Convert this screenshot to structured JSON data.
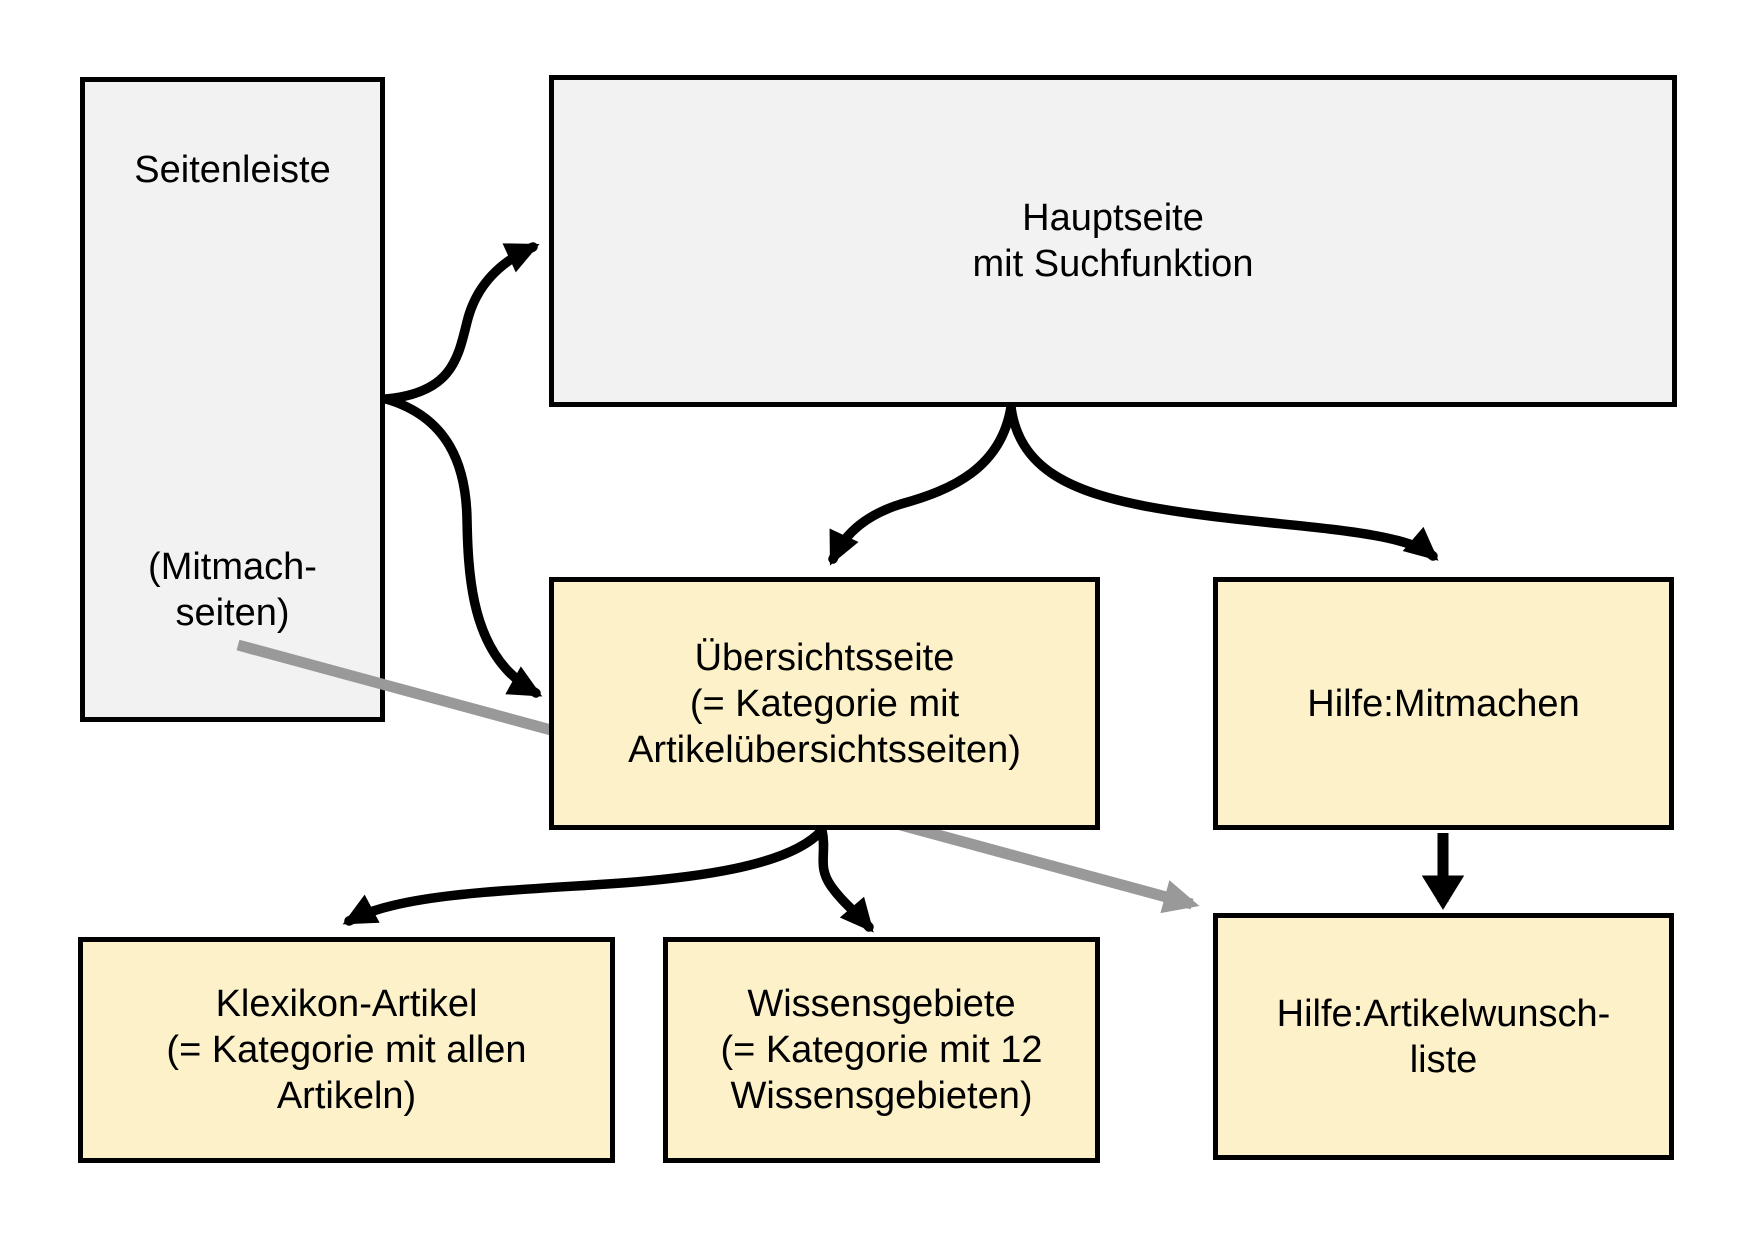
{
  "diagram": {
    "colors": {
      "background": "#ffffff",
      "box_gray": "#f2f2f2",
      "box_yellow": "#fcf1c9",
      "border": "#000000",
      "text": "#000000",
      "arrow_black": "#000000",
      "arrow_gray": "#999999"
    },
    "nodes": {
      "seitenleiste": {
        "title": "Seitenleiste",
        "note_line1": "(Mitmach-",
        "note_line2": "seiten)"
      },
      "hauptseite": {
        "line1": "Hauptseite",
        "line2": "mit Suchfunktion"
      },
      "uebersichtsseite": {
        "line1": "Übersichtsseite",
        "line2": "(= Kategorie mit",
        "line3": "Artikelübersichtsseiten)"
      },
      "hilfe_mitmachen": {
        "line1": "Hilfe:Mitmachen"
      },
      "klexikon_artikel": {
        "line1": "Klexikon-Artikel",
        "line2": "(= Kategorie mit allen",
        "line3": "Artikeln)"
      },
      "wissensgebiete": {
        "line1": "Wissensgebiete",
        "line2": "(= Kategorie mit 12",
        "line3": "Wissensgebieten)"
      },
      "hilfe_artikelwunschliste": {
        "line1": "Hilfe:Artikelwunsch-",
        "line2": "liste"
      }
    },
    "edges": [
      {
        "from": "Seitenleiste",
        "to": "Hauptseite mit Suchfunktion",
        "style": "curved",
        "color": "black"
      },
      {
        "from": "Seitenleiste",
        "to": "Übersichtsseite",
        "style": "curved",
        "color": "black"
      },
      {
        "from": "Hauptseite mit Suchfunktion",
        "to": "Übersichtsseite",
        "style": "curved",
        "color": "black"
      },
      {
        "from": "Hauptseite mit Suchfunktion",
        "to": "Hilfe:Mitmachen",
        "style": "curved",
        "color": "black"
      },
      {
        "from": "Übersichtsseite",
        "to": "Klexikon-Artikel",
        "style": "curved",
        "color": "black"
      },
      {
        "from": "Übersichtsseite",
        "to": "Wissensgebiete",
        "style": "curved",
        "color": "black"
      },
      {
        "from": "Hilfe:Mitmachen",
        "to": "Hilfe:Artikelwunschliste",
        "style": "straight",
        "color": "black"
      },
      {
        "from": "Seitenleiste (Mitmachseiten)",
        "to": "Hilfe:Artikelwunschliste",
        "style": "straight",
        "color": "gray"
      }
    ]
  }
}
